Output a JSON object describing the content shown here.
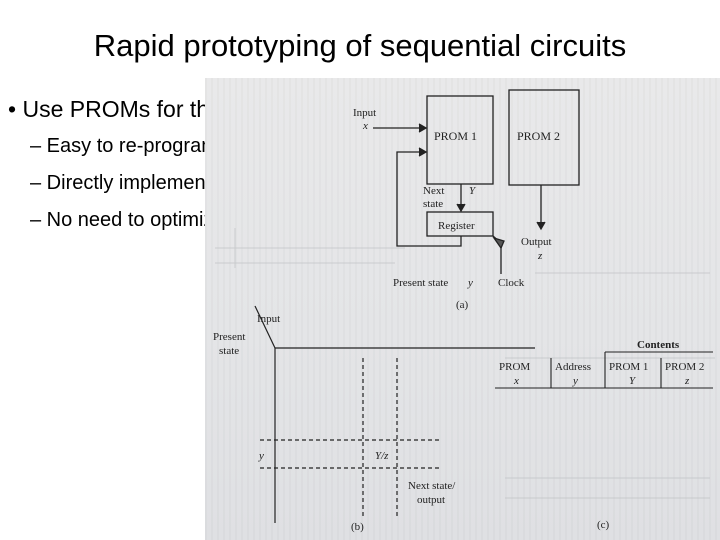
{
  "slide": {
    "title": "Rapid prototyping of sequential circuits",
    "bullets": [
      {
        "marker": "•",
        "text": "Use PROMs for the logic"
      }
    ],
    "sub_bullets": [
      "– Easy to re-program",
      "– Directly implement function",
      "– No need to optimize"
    ]
  },
  "figure_a": {
    "input_label": "Input",
    "input_var": "x",
    "prom1": "PROM 1",
    "prom2": "PROM 2",
    "next_label": "Next",
    "state_label": "state",
    "Y": "Y",
    "register": "Register",
    "output_label": "Output",
    "output_var": "z",
    "present_state": "Present state",
    "y": "y",
    "clock": "Clock",
    "caption": "(a)"
  },
  "figure_b": {
    "input": "Input",
    "present": "Present",
    "state": "state",
    "y": "y",
    "Yz": "Y/z",
    "next_state": "Next state/",
    "output": "output",
    "caption": "(b)"
  },
  "figure_c": {
    "contents": "Contents",
    "headers": [
      "PROM",
      "Address",
      "PROM 1",
      "PROM 2"
    ],
    "vars": [
      "x",
      "y",
      "Y",
      "z"
    ],
    "caption": "(c)"
  }
}
